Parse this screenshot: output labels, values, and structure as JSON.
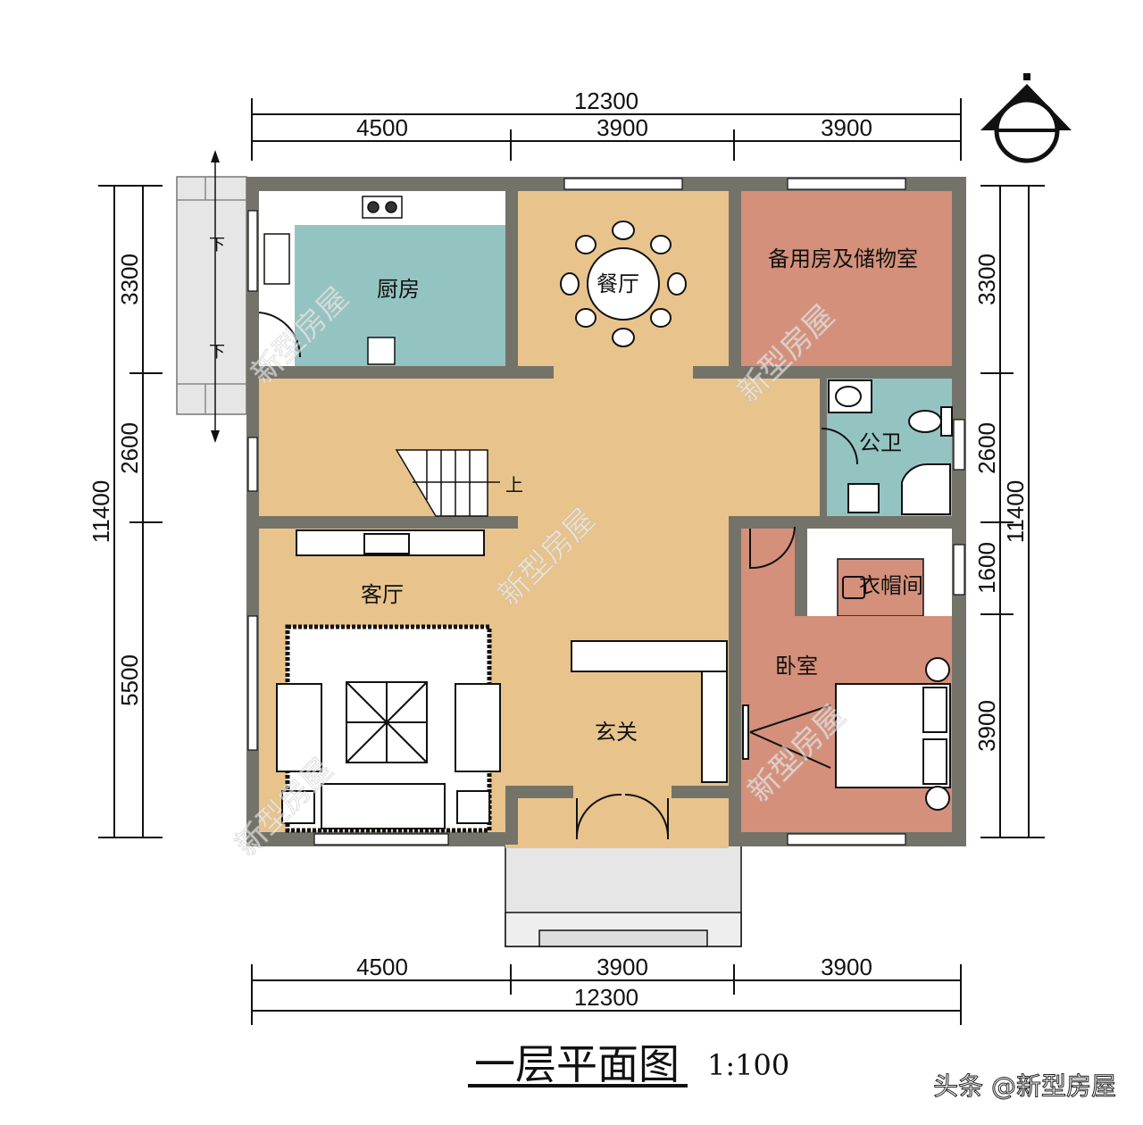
{
  "title": "一层平面图",
  "scale": "1:100",
  "footer_watermark": "头条 @新型房屋",
  "watermark": "新型房屋",
  "dimensions": {
    "top_total": "12300",
    "top_segments": [
      "4500",
      "3900",
      "3900"
    ],
    "bottom_total": "12300",
    "bottom_segments": [
      "4500",
      "3900",
      "3900"
    ],
    "left_total": "11400",
    "left_segments": [
      "3300",
      "2600",
      "5500"
    ],
    "right_total": "11400",
    "right_segments": [
      "3300",
      "2600",
      "1600",
      "3900"
    ]
  },
  "rooms": {
    "kitchen": "厨房",
    "dining": "餐厅",
    "storage": "备用房及储物室",
    "bathroom": "公卫",
    "closet": "衣帽间",
    "living": "客厅",
    "entrance": "玄关",
    "bedroom": "卧室"
  },
  "stairs": {
    "up": "上",
    "down": "下"
  },
  "colors": {
    "wall": "#74736a",
    "beige": "#e8c48c",
    "teal": "#94c4c2",
    "salmon": "#d4907a",
    "porch": "#e6e6e6"
  }
}
